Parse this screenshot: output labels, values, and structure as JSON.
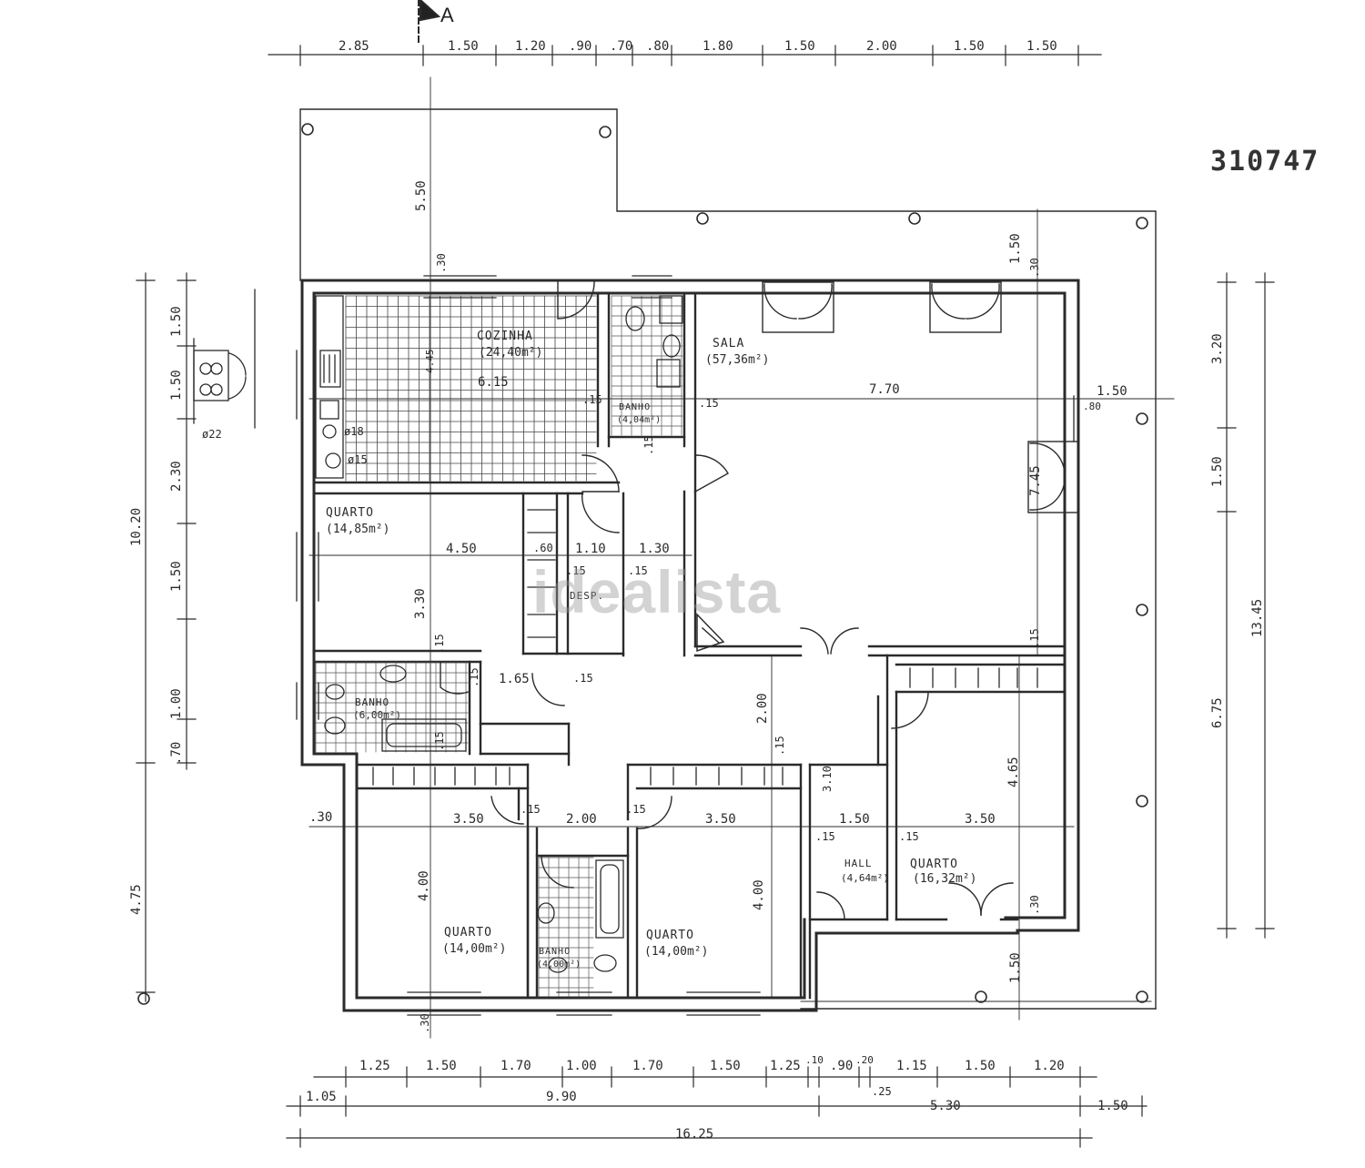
{
  "document_number": "310747",
  "watermark": "idealista",
  "section_mark": "A",
  "rooms": {
    "cozinha": {
      "name": "COZINHA",
      "area": "(24,40m²)"
    },
    "sala": {
      "name": "SALA",
      "area": "(57,36m²)"
    },
    "banho_top": {
      "name": "BANHO",
      "area": "(4,04m²)"
    },
    "quarto_left": {
      "name": "QUARTO",
      "area": "(14,85m²)"
    },
    "desp": {
      "name": "DESP."
    },
    "banho_left": {
      "name": "BANHO",
      "area": "(6,00m²)"
    },
    "quarto_bl": {
      "name": "QUARTO",
      "area": "(14,00m²)"
    },
    "banho_bottom": {
      "name": "BANHO",
      "area": "(4,00m²)"
    },
    "quarto_bc": {
      "name": "QUARTO",
      "area": "(14,00m²)"
    },
    "hall": {
      "name": "HALL",
      "area": "(4,64m²)"
    },
    "quarto_br": {
      "name": "QUARTO",
      "area": "(16,32m²)"
    }
  },
  "dimensions": {
    "top": [
      "2.85",
      "1.50",
      "1.20",
      ".90",
      ".70",
      ".80",
      "1.80",
      "1.50",
      "2.00",
      "1.50",
      "1.50"
    ],
    "bottom_row1": [
      "1.25",
      "1.50",
      "1.70",
      "1.00",
      "1.70",
      "1.50",
      "1.25",
      ".10",
      ".90",
      ".20",
      "1.15",
      "1.50",
      "1.20"
    ],
    "bottom_row2": [
      "1.05",
      "9.90",
      ".25",
      "5.30",
      "1.50"
    ],
    "bottom_total": "16.25",
    "left_inner": [
      "1.50",
      "1.50",
      "2.30",
      "1.50",
      "1.00",
      ".70"
    ],
    "left_outer": [
      "10.20",
      "4.75"
    ],
    "right": [
      "3.20",
      "1.50",
      "6.75"
    ],
    "right_total": "13.45",
    "interior": {
      "d_615": "6.15",
      "d_445": "4.45",
      "d_770": "7.70",
      "d_745": "7.45",
      "d_450": "4.50",
      "d_110": "1.10",
      "d_130": "1.30",
      "d_330": "3.30",
      "d_165": "1.65",
      "d_200h": "2.00",
      "d_350a": "3.50",
      "d_350b": "3.50",
      "d_350c": "3.50",
      "d_400a": "4.00",
      "d_400b": "4.00",
      "d_465": "4.65",
      "d_200v": "2.00",
      "d_310": "3.10",
      "d_150h": "1.50",
      "d_550": "5.50",
      "d_150top": "1.50",
      "d_150r": "1.50",
      "d_150b": "1.50",
      "d_080": ".80",
      "d_060": ".60",
      "d_030a": ".30",
      "d_030b": ".30",
      "d_030c": ".30",
      "d_030d": ".30",
      "d_030e": ".30",
      "d_015a": ".15",
      "d_015b": ".15",
      "d_015c": ".15",
      "d_015d": ".15",
      "d_015e": ".15",
      "d_015f": ".15",
      "d_015g": ".15",
      "d_015h": ".15",
      "d_015i": ".15",
      "d_015j": ".15",
      "d_015k": ".15",
      "d_015l": ".15",
      "d_015m": ".15",
      "d_015n": ".15",
      "d_015o": ".15",
      "phi18": "ø18",
      "phi15": "ø15",
      "phi22": "ø22"
    }
  }
}
